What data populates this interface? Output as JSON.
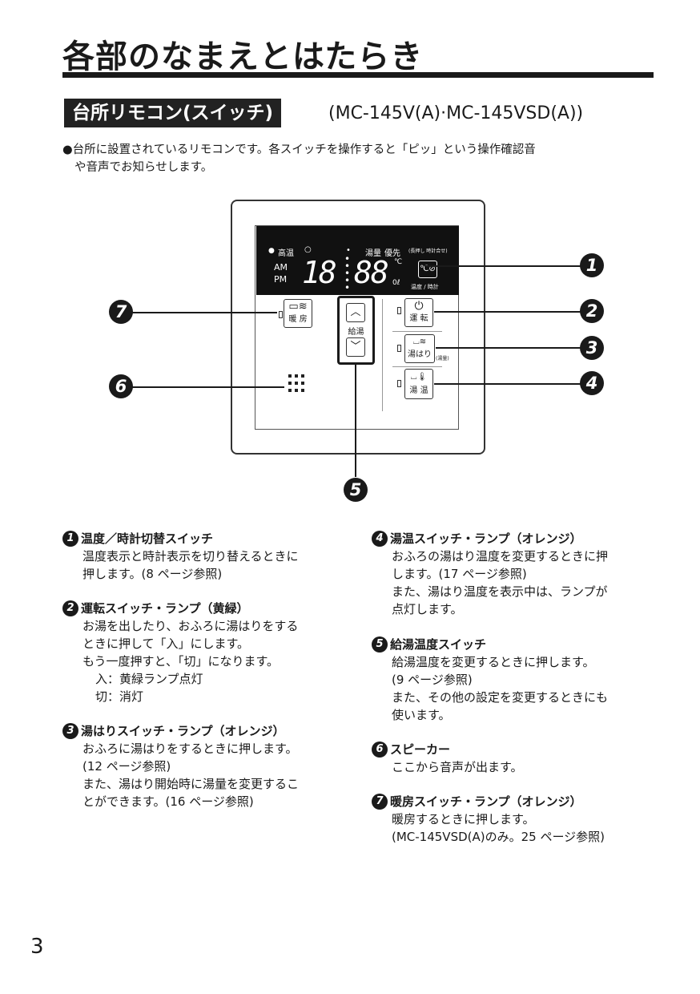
{
  "page": {
    "title": "各部のなまえとはたらき",
    "section_label": "台所リモコン(スイッチ)",
    "section_model": "(MC-145V(A)·MC-145VSD(A))",
    "intro_line1": "●台所に設置されているリモコンです。各スイッチを操作すると「ピッ」という操作確認音",
    "intro_line2": "や音声でお知らせします。",
    "page_number": "3"
  },
  "remote": {
    "lcd": {
      "high_temp": "高温",
      "hot_water_amount": "湯量",
      "priority": "優先",
      "tiny_note": "(長押し 時計合せ)",
      "am": "AM",
      "pm": "PM",
      "left_digits": "18",
      "right_digits": "88",
      "celsius_unit": "℃",
      "liter_unit": "0ℓ",
      "temp_clock_caption": "温度 / 時計"
    },
    "buttons": {
      "heating": "暖 房",
      "kyuto_label": "給湯",
      "power": "運 転",
      "yuhari": "湯はり",
      "yuhari_note": "(湯量)",
      "yuon": "湯 温"
    },
    "callouts": [
      "1",
      "2",
      "3",
      "4",
      "5",
      "6",
      "7"
    ]
  },
  "items": [
    {
      "num": "1",
      "heading": "温度／時計切替スイッチ",
      "lines": [
        "温度表示と時計表示を切り替えるときに",
        "押します。(8 ページ参照)"
      ]
    },
    {
      "num": "2",
      "heading": "運転スイッチ・ランプ（黄緑）",
      "lines": [
        "お湯を出したり、おふろに湯はりをする",
        "ときに押して「入」にします。",
        "もう一度押すと、「切」になります。"
      ],
      "sub_lines": [
        "入：黄緑ランプ点灯",
        "切：消灯"
      ]
    },
    {
      "num": "3",
      "heading": "湯はりスイッチ・ランプ（オレンジ）",
      "lines": [
        "おふろに湯はりをするときに押します。",
        "(12 ページ参照)",
        "また、湯はり開始時に湯量を変更するこ",
        "とができます。(16 ページ参照)"
      ]
    },
    {
      "num": "4",
      "heading": "湯温スイッチ・ランプ（オレンジ）",
      "lines": [
        "おふろの湯はり温度を変更するときに押",
        "します。(17 ページ参照)",
        "また、湯はり温度を表示中は、ランプが",
        "点灯します。"
      ]
    },
    {
      "num": "5",
      "heading": "給湯温度スイッチ",
      "lines": [
        "給湯温度を変更するときに押します。",
        "(9 ページ参照)",
        "また、その他の設定を変更するときにも",
        "使います。"
      ]
    },
    {
      "num": "6",
      "heading": "スピーカー",
      "lines": [
        "ここから音声が出ます。"
      ]
    },
    {
      "num": "7",
      "heading": "暖房スイッチ・ランプ（オレンジ）",
      "lines": [
        "暖房するときに押します。",
        "(MC-145VSD(A)のみ。25 ページ参照)"
      ]
    }
  ]
}
